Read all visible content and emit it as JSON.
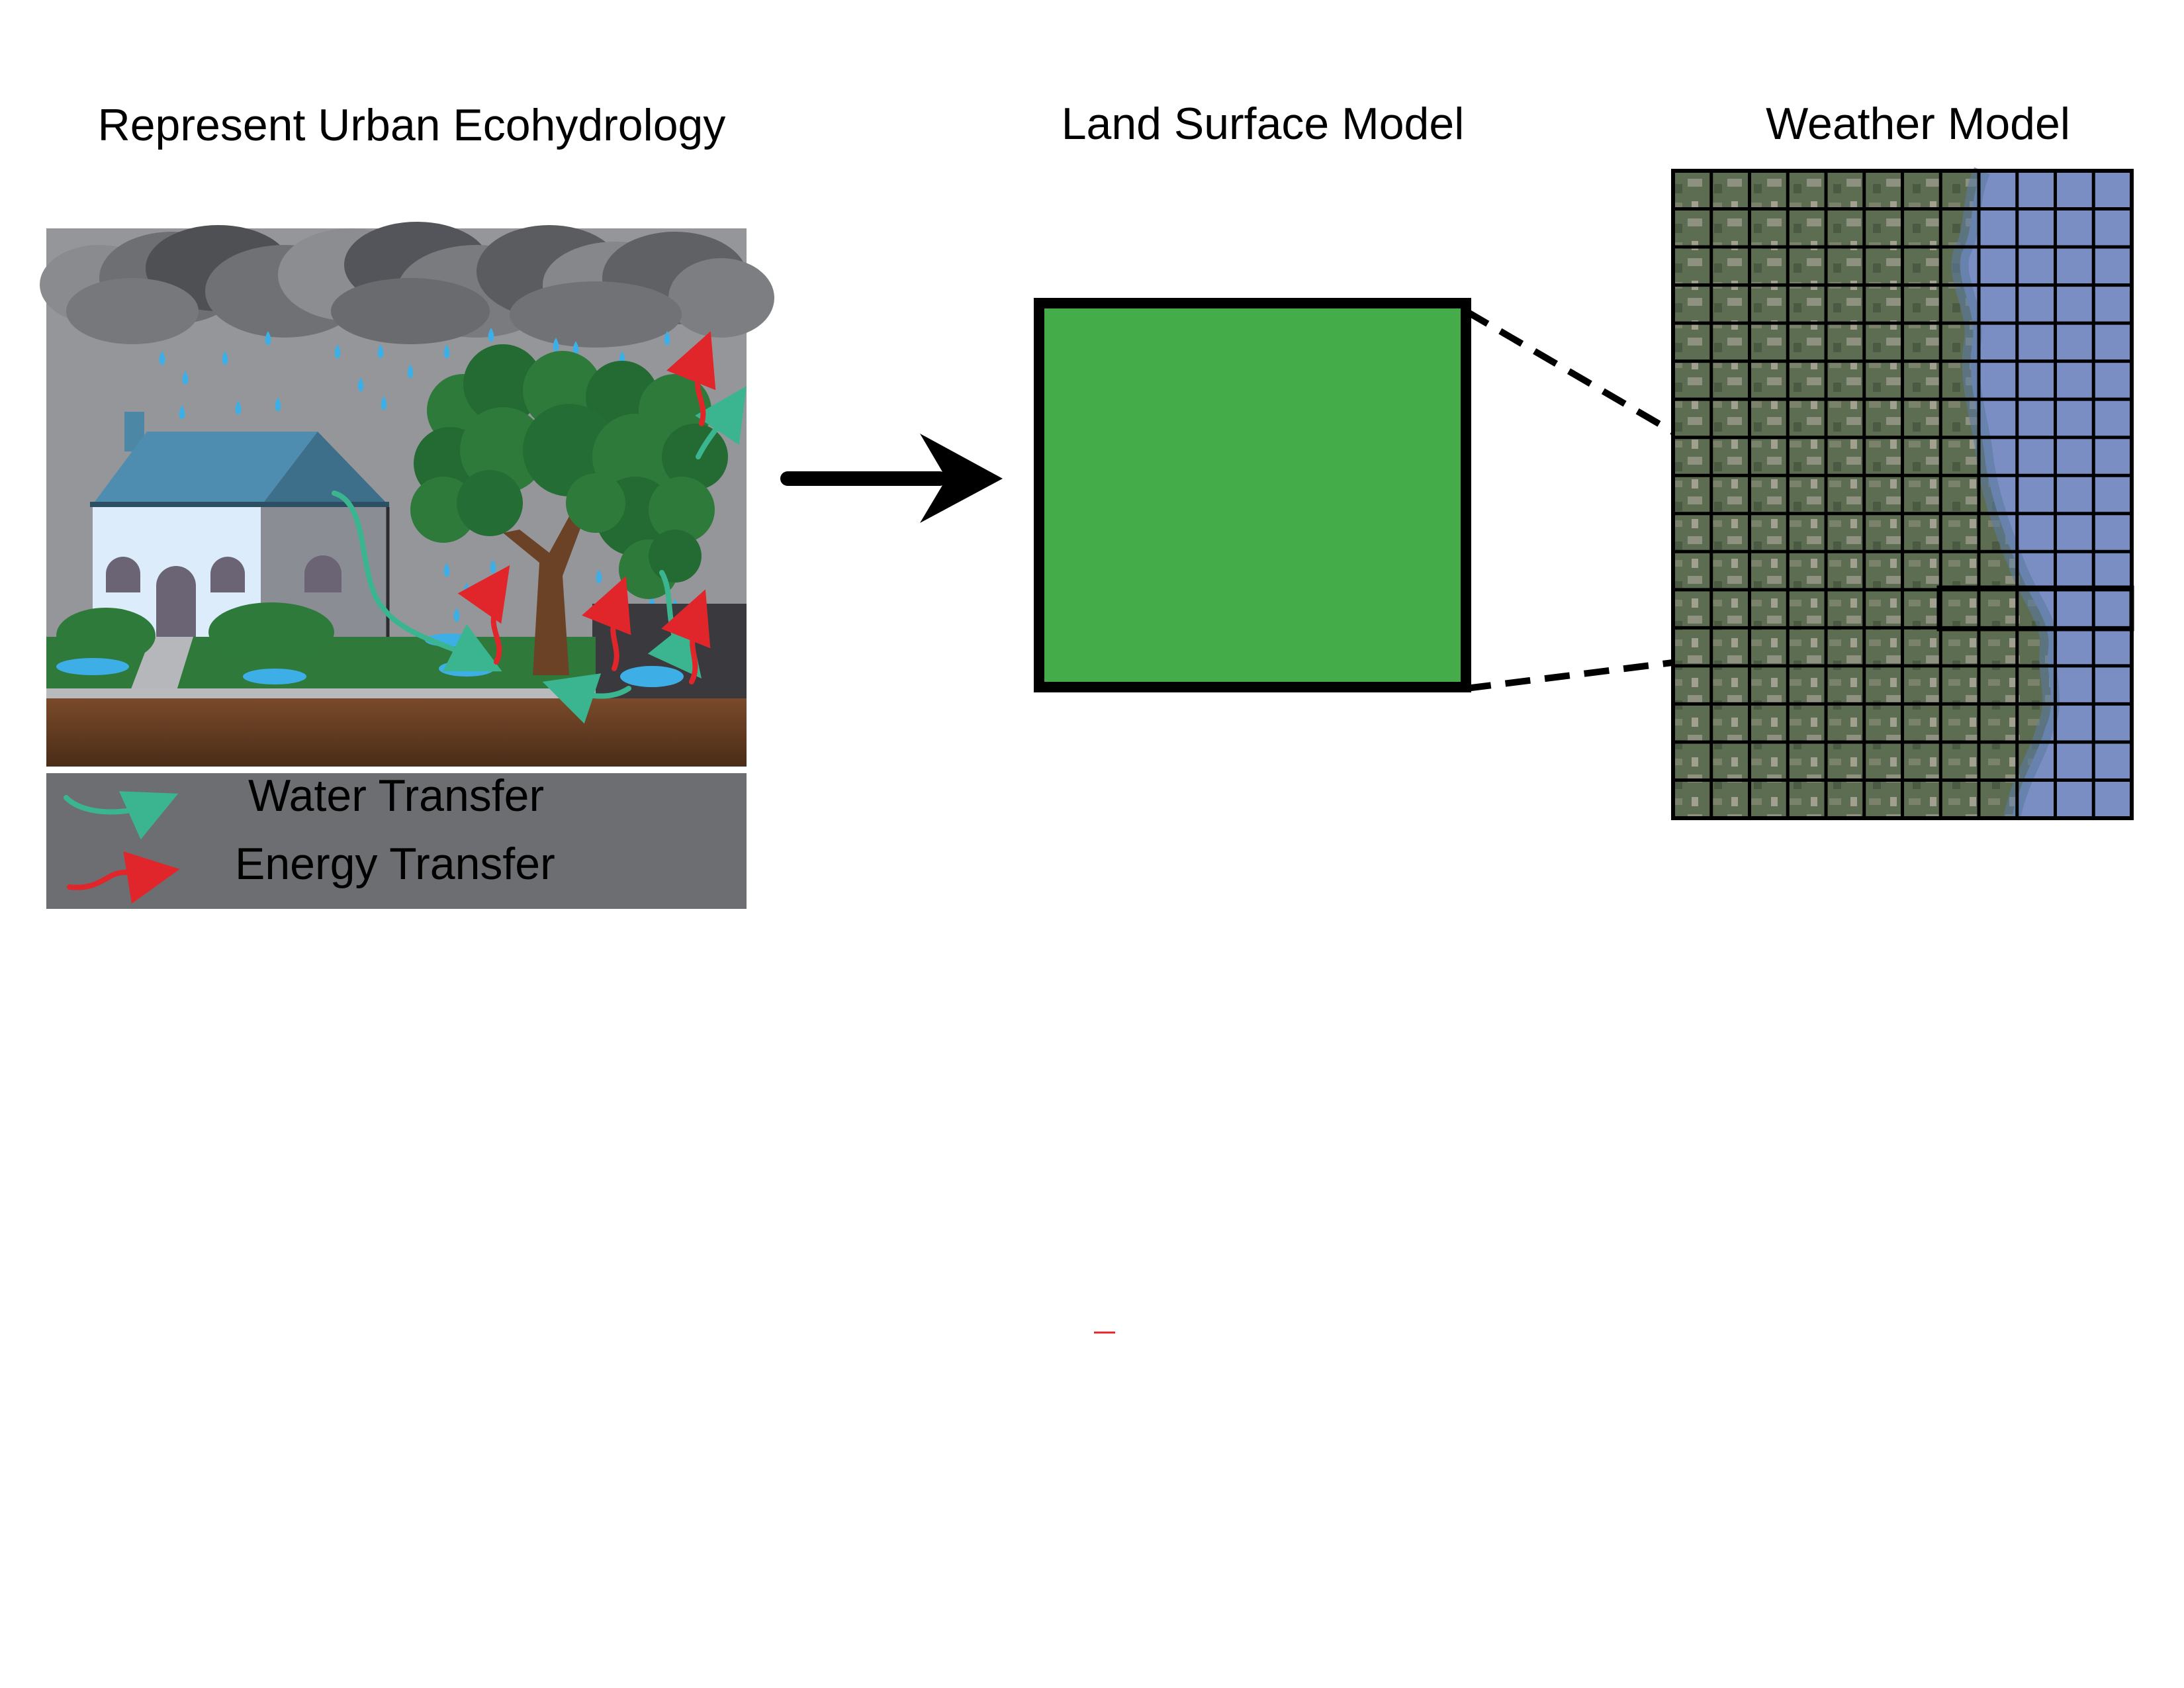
{
  "panels": {
    "ecohydrology": {
      "title": "Represent Urban Ecohydrology"
    },
    "land_surface": {
      "title": "Land Surface Model",
      "cell_color": "#45ac4a"
    },
    "weather": {
      "title": "Weather Model",
      "land_color": "#5a6b4f",
      "lake_color": "#7b8ec4"
    }
  },
  "legend": {
    "water": {
      "label": "Water Transfer",
      "color": "#3bb58f"
    },
    "energy": {
      "label": "Energy Transfer",
      "color": "#e0262b"
    }
  }
}
